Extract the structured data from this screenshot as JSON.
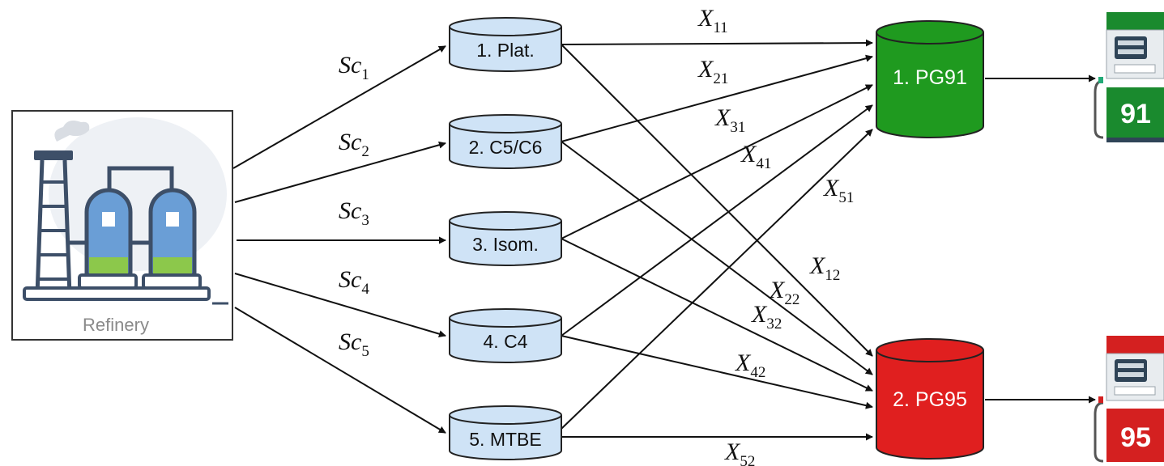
{
  "refinery": {
    "label": "Refinery"
  },
  "sources": [
    {
      "var": "Sc",
      "sub": "1"
    },
    {
      "var": "Sc",
      "sub": "2"
    },
    {
      "var": "Sc",
      "sub": "3"
    },
    {
      "var": "Sc",
      "sub": "4"
    },
    {
      "var": "Sc",
      "sub": "5"
    }
  ],
  "components": [
    "1. Plat.",
    "2. C5/C6",
    "3. Isom.",
    "4. C4",
    "5. MTBE"
  ],
  "products": [
    {
      "label": "1. PG91",
      "color": "#1f9a1f"
    },
    {
      "label": "2. PG95",
      "color": "#e01f1f"
    }
  ],
  "pumps": [
    {
      "number": "91",
      "color": "#1a8a2e"
    },
    {
      "number": "95",
      "color": "#d42020"
    }
  ],
  "flows": [
    {
      "var": "X",
      "sub": "11"
    },
    {
      "var": "X",
      "sub": "21"
    },
    {
      "var": "X",
      "sub": "31"
    },
    {
      "var": "X",
      "sub": "41"
    },
    {
      "var": "X",
      "sub": "51"
    },
    {
      "var": "X",
      "sub": "12"
    },
    {
      "var": "X",
      "sub": "22"
    },
    {
      "var": "X",
      "sub": "32"
    },
    {
      "var": "X",
      "sub": "42"
    },
    {
      "var": "X",
      "sub": "52"
    }
  ]
}
